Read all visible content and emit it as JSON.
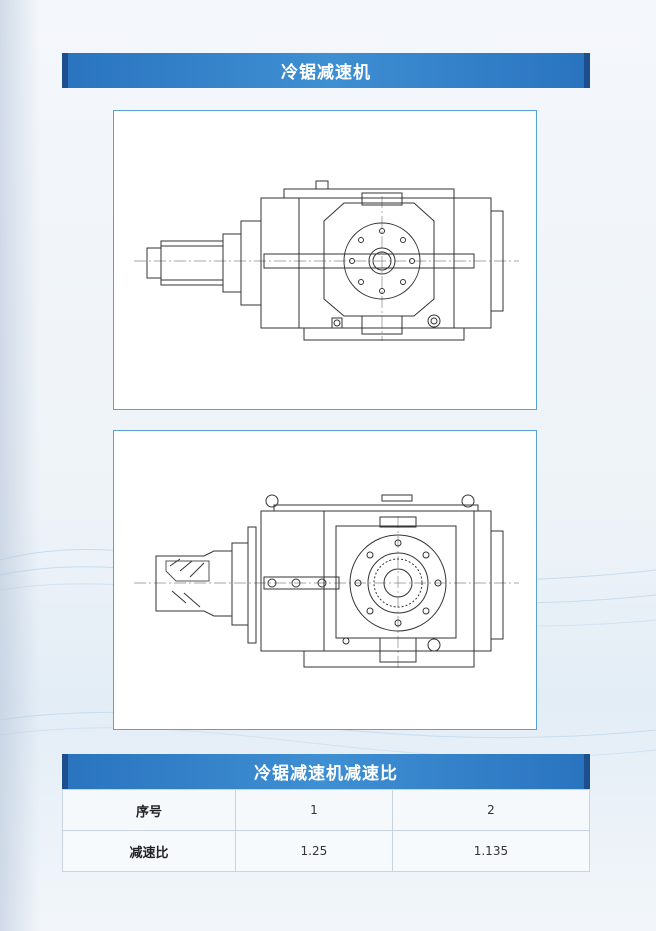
{
  "section1": {
    "title": "冷锯减速机"
  },
  "section2": {
    "title": "冷锯减速机减速比"
  },
  "ratio_table": {
    "rows": [
      {
        "label": "序号",
        "col1": "1",
        "col2": "2"
      },
      {
        "label": "减速比",
        "col1": "1.25",
        "col2": "1.135"
      }
    ]
  },
  "colors": {
    "header_blue": "#3f8fd3",
    "header_dark": "#1d4f8f",
    "frame_border": "#5aa2d6",
    "line": "#333333"
  }
}
